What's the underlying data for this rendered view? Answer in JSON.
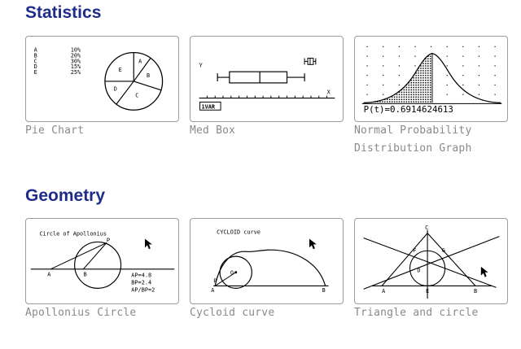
{
  "sections": [
    {
      "title": "Statistics",
      "items": [
        {
          "caption": "Pie Chart",
          "screen": {
            "table_labels": [
              "A",
              "B",
              "C",
              "D",
              "E"
            ],
            "table_values": [
              "10%",
              "20%",
              "30%",
              "15%",
              "25%"
            ],
            "slice_labels": [
              "A",
              "B",
              "C",
              "D",
              "E"
            ]
          }
        },
        {
          "caption": "Med Box",
          "screen": {
            "y_label": "Y",
            "x_label": "X",
            "menu_label": "1VAR"
          }
        },
        {
          "caption_line1": "Normal Probability",
          "caption_line2": "Distribution Graph",
          "screen": {
            "readout": "P(t)=0.6914624613"
          }
        }
      ]
    },
    {
      "title": "Geometry",
      "items": [
        {
          "caption": "Apollonius Circle",
          "screen": {
            "title": "Circle of Apollonius",
            "points": [
              "A",
              "B",
              "P"
            ],
            "ratios": [
              "AP=4.8",
              "BP=2.4",
              "AP/BP=2"
            ]
          }
        },
        {
          "caption": "Cycloid curve",
          "screen": {
            "title": "CYCLOID curve",
            "points": [
              "A",
              "B",
              "P",
              "O"
            ]
          }
        },
        {
          "caption": "Triangle and circle",
          "screen": {
            "points": [
              "A",
              "B",
              "C",
              "D",
              "E",
              "F",
              "G"
            ]
          }
        }
      ]
    }
  ],
  "icons": [
    "cursor-arrow-icon"
  ]
}
